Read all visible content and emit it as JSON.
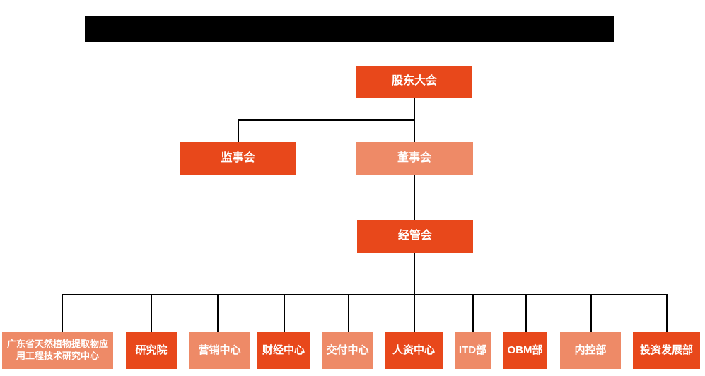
{
  "colors": {
    "node_dark": "#E8481B",
    "node_light": "#EE8A67",
    "connector": "#000000",
    "redacted_bar": "#000000",
    "node_text": "#ffffff",
    "background": "#ffffff"
  },
  "chart": {
    "root": {
      "label": "股东大会"
    },
    "supervisory": {
      "label": "监事会"
    },
    "board": {
      "label": "董事会"
    },
    "management": {
      "label": "经管会"
    },
    "departments": [
      {
        "label": "广东省天然植物提取物应用工程技术研究中心"
      },
      {
        "label": "研究院"
      },
      {
        "label": "营销中心"
      },
      {
        "label": "财经中心"
      },
      {
        "label": "交付中心"
      },
      {
        "label": "人资中心"
      },
      {
        "label": "ITD部"
      },
      {
        "label": "OBM部"
      },
      {
        "label": "内控部"
      },
      {
        "label": "投资发展部"
      }
    ]
  }
}
